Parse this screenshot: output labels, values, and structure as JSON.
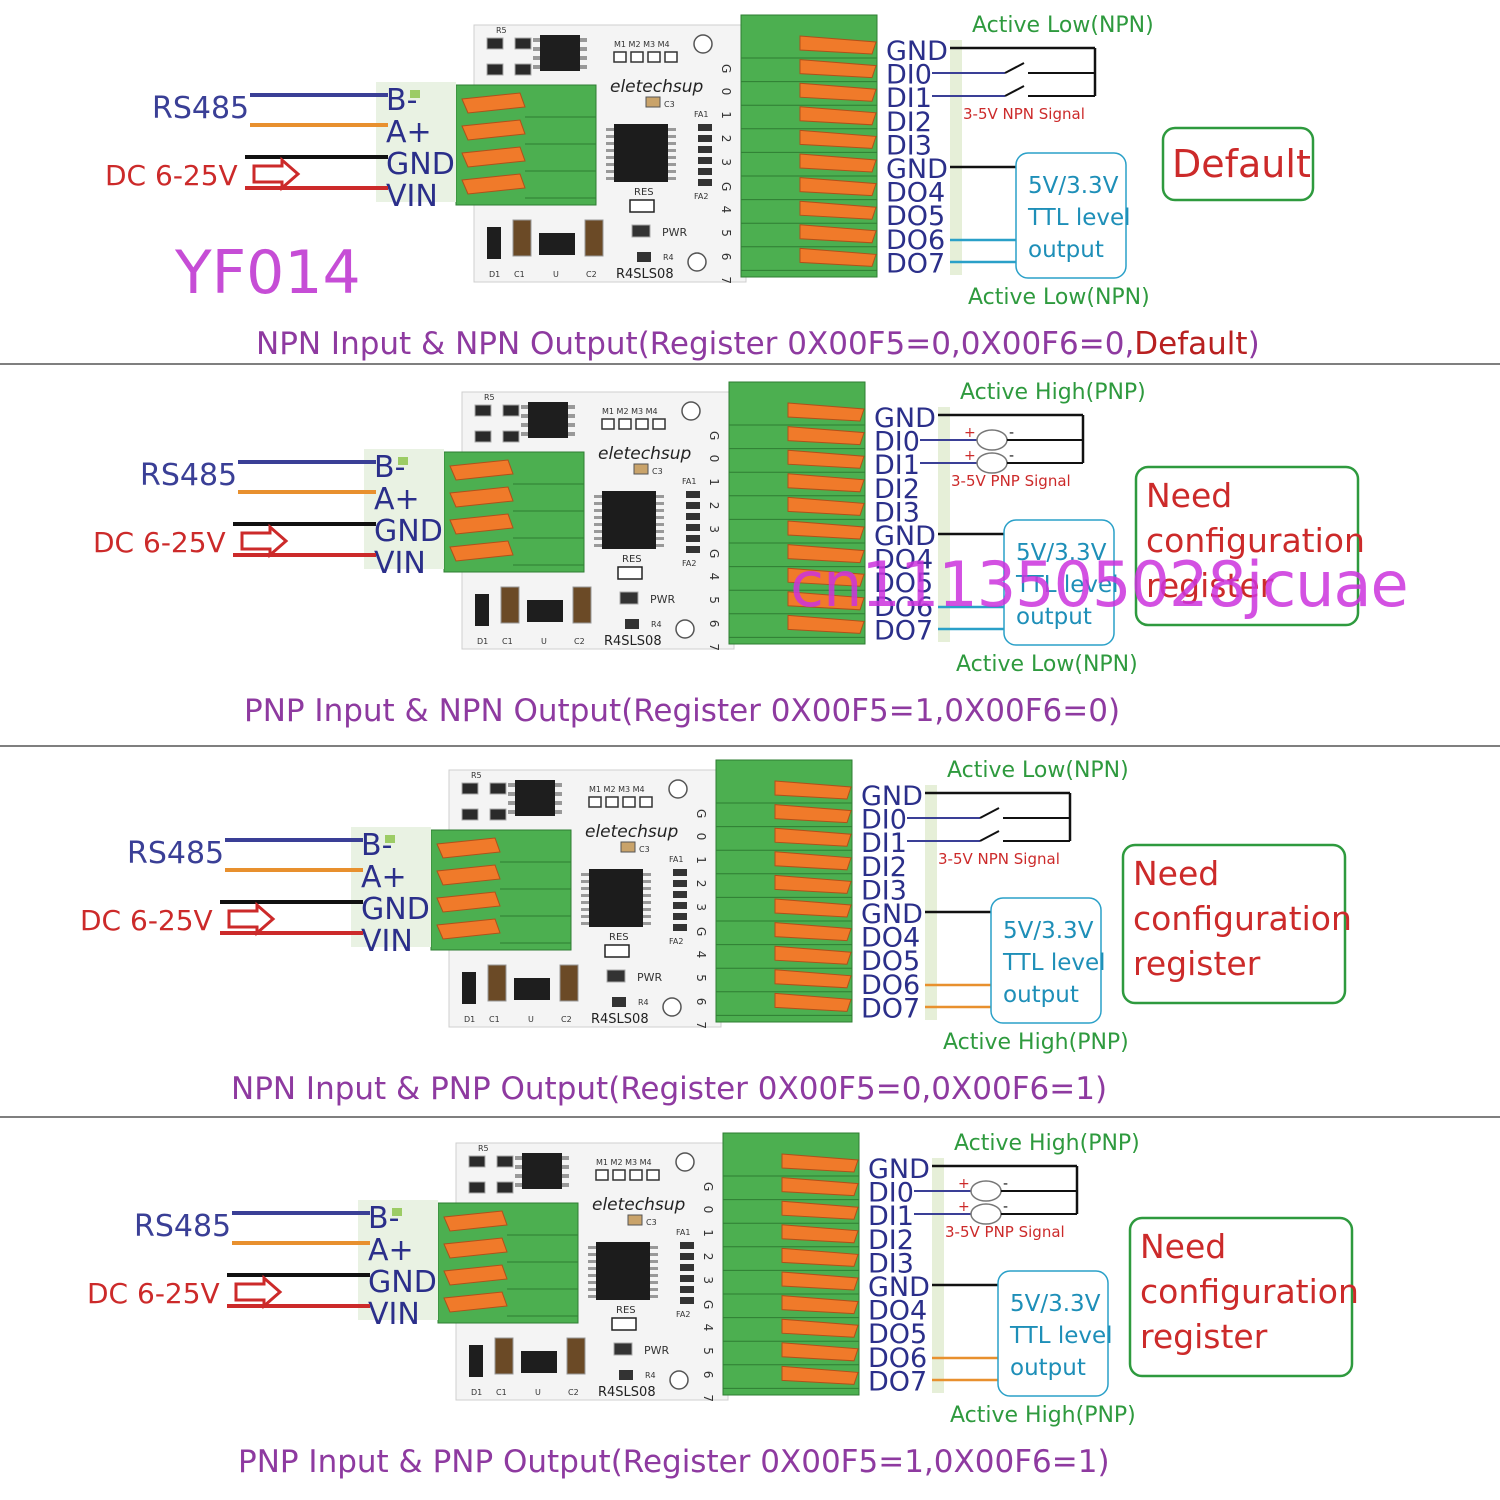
{
  "product_code": "YF014",
  "watermark": "cn1113505028jcuae",
  "board": {
    "brand": "eletechsup",
    "model": "R4SLS08",
    "pwr_label": "PWR",
    "res_label": "RES",
    "m_labels": "M1 M2 M3 M4",
    "r5": "R5",
    "r4": "R4",
    "c3": "C3",
    "fa1": "FA1",
    "fa2": "FA2",
    "d1": "D1",
    "c1": "C1",
    "c2": "C2",
    "u": "U",
    "side_labels": "A+ GND VIN",
    "port_numbers": [
      "G",
      "0",
      "1",
      "2",
      "3",
      "G",
      "4",
      "5",
      "6",
      "7"
    ]
  },
  "left_terminals": [
    "B-",
    "A+",
    "GND",
    "VIN"
  ],
  "right_terminals": [
    "GND",
    "DI0",
    "DI1",
    "DI2",
    "DI3",
    "GND",
    "DO4",
    "DO5",
    "DO6",
    "DO7"
  ],
  "rs485_label": "RS485",
  "power_label": "DC 6-25V",
  "ttl_box": [
    "5V/3.3V",
    "TTL level",
    "output"
  ],
  "panels": [
    {
      "input_mode": "Active Low(NPN)",
      "signal_label": "3-5V NPN Signal",
      "output_mode": "Active Low(NPN)",
      "input_type": "npn",
      "output_color": "#2aa0c8",
      "note_lines": [
        "Default"
      ],
      "caption_main": "NPN Input  & NPN Output(Register 0X00F5=0,0X00F6=0,",
      "caption_accent": "Default",
      "caption_tail": ")"
    },
    {
      "input_mode": "Active High(PNP)",
      "signal_label": "3-5V PNP Signal",
      "output_mode": "Active Low(NPN)",
      "input_type": "pnp",
      "output_color": "#2aa0c8",
      "note_lines": [
        "Need",
        "configuration",
        "register"
      ],
      "caption_main": "PNP Input  & NPN Output(Register 0X00F5=1,0X00F6=0)",
      "caption_accent": "",
      "caption_tail": ""
    },
    {
      "input_mode": "Active Low(NPN)",
      "signal_label": "3-5V NPN Signal",
      "output_mode": "Active High(PNP)",
      "input_type": "npn",
      "output_color": "#e8902e",
      "note_lines": [
        "Need",
        "configuration",
        "register"
      ],
      "caption_main": "NPN Input  & PNP Output(Register 0X00F5=0,0X00F6=1)",
      "caption_accent": "",
      "caption_tail": ""
    },
    {
      "input_mode": "Active High(PNP)",
      "signal_label": "3-5V PNP Signal",
      "output_mode": "Active High(PNP)",
      "input_type": "pnp",
      "output_color": "#e8902e",
      "note_lines": [
        "Need",
        "configuration",
        "register"
      ],
      "caption_main": "PNP Input  & PNP Output(Register 0X00F5=1,0X00F6=1)",
      "caption_accent": "",
      "caption_tail": ""
    }
  ],
  "colors": {
    "rs485_text": "#3a3f96",
    "power_text": "#cc2a2a",
    "wire_blue": "#3a3f96",
    "wire_orange": "#e8902e",
    "wire_red": "#cc2a2a",
    "terminal_text": "#2b2f8a",
    "green_text": "#2e9a3e",
    "mode_green": "#2e9a3e",
    "caption_purple": "#8e3aa0",
    "caption_red": "#b82020",
    "product_magenta": "#c64dd6",
    "note_border": "#2e9a3e",
    "default_text": "#cc2a2a",
    "teal_text": "#1e8fb8",
    "divider": "#555555",
    "block_green": "#4caf50",
    "lever_orange": "#f07a2a"
  }
}
